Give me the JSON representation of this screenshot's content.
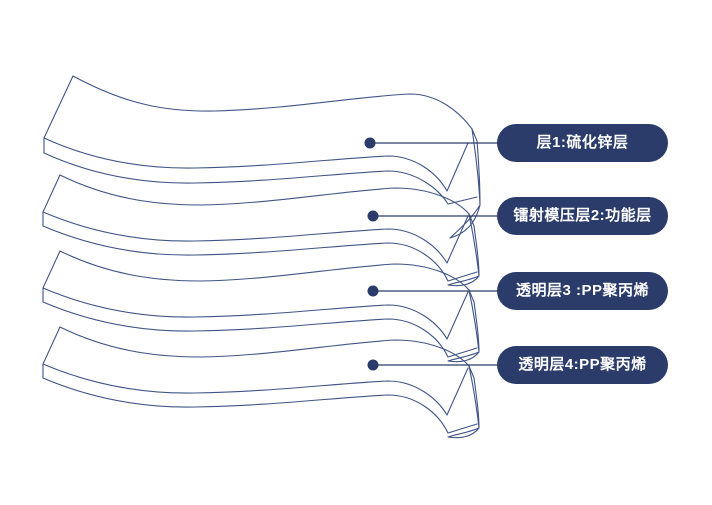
{
  "diagram": {
    "type": "layer-stack",
    "marker": "filled-circle",
    "layers": [
      {
        "id": 1,
        "label": "层1:硫化锌层"
      },
      {
        "id": 2,
        "label": "镭射模压层2:功能层"
      },
      {
        "id": 3,
        "label": "透明层3 :PP聚丙烯"
      },
      {
        "id": 4,
        "label": "透明层4:PP聚丙烯"
      }
    ],
    "colors": {
      "background": "#ffffff",
      "outline": "#3f5487",
      "connector": "#2b3c6b",
      "pill_background": "#2b3c6b",
      "pill_text": "#ffffff"
    }
  }
}
